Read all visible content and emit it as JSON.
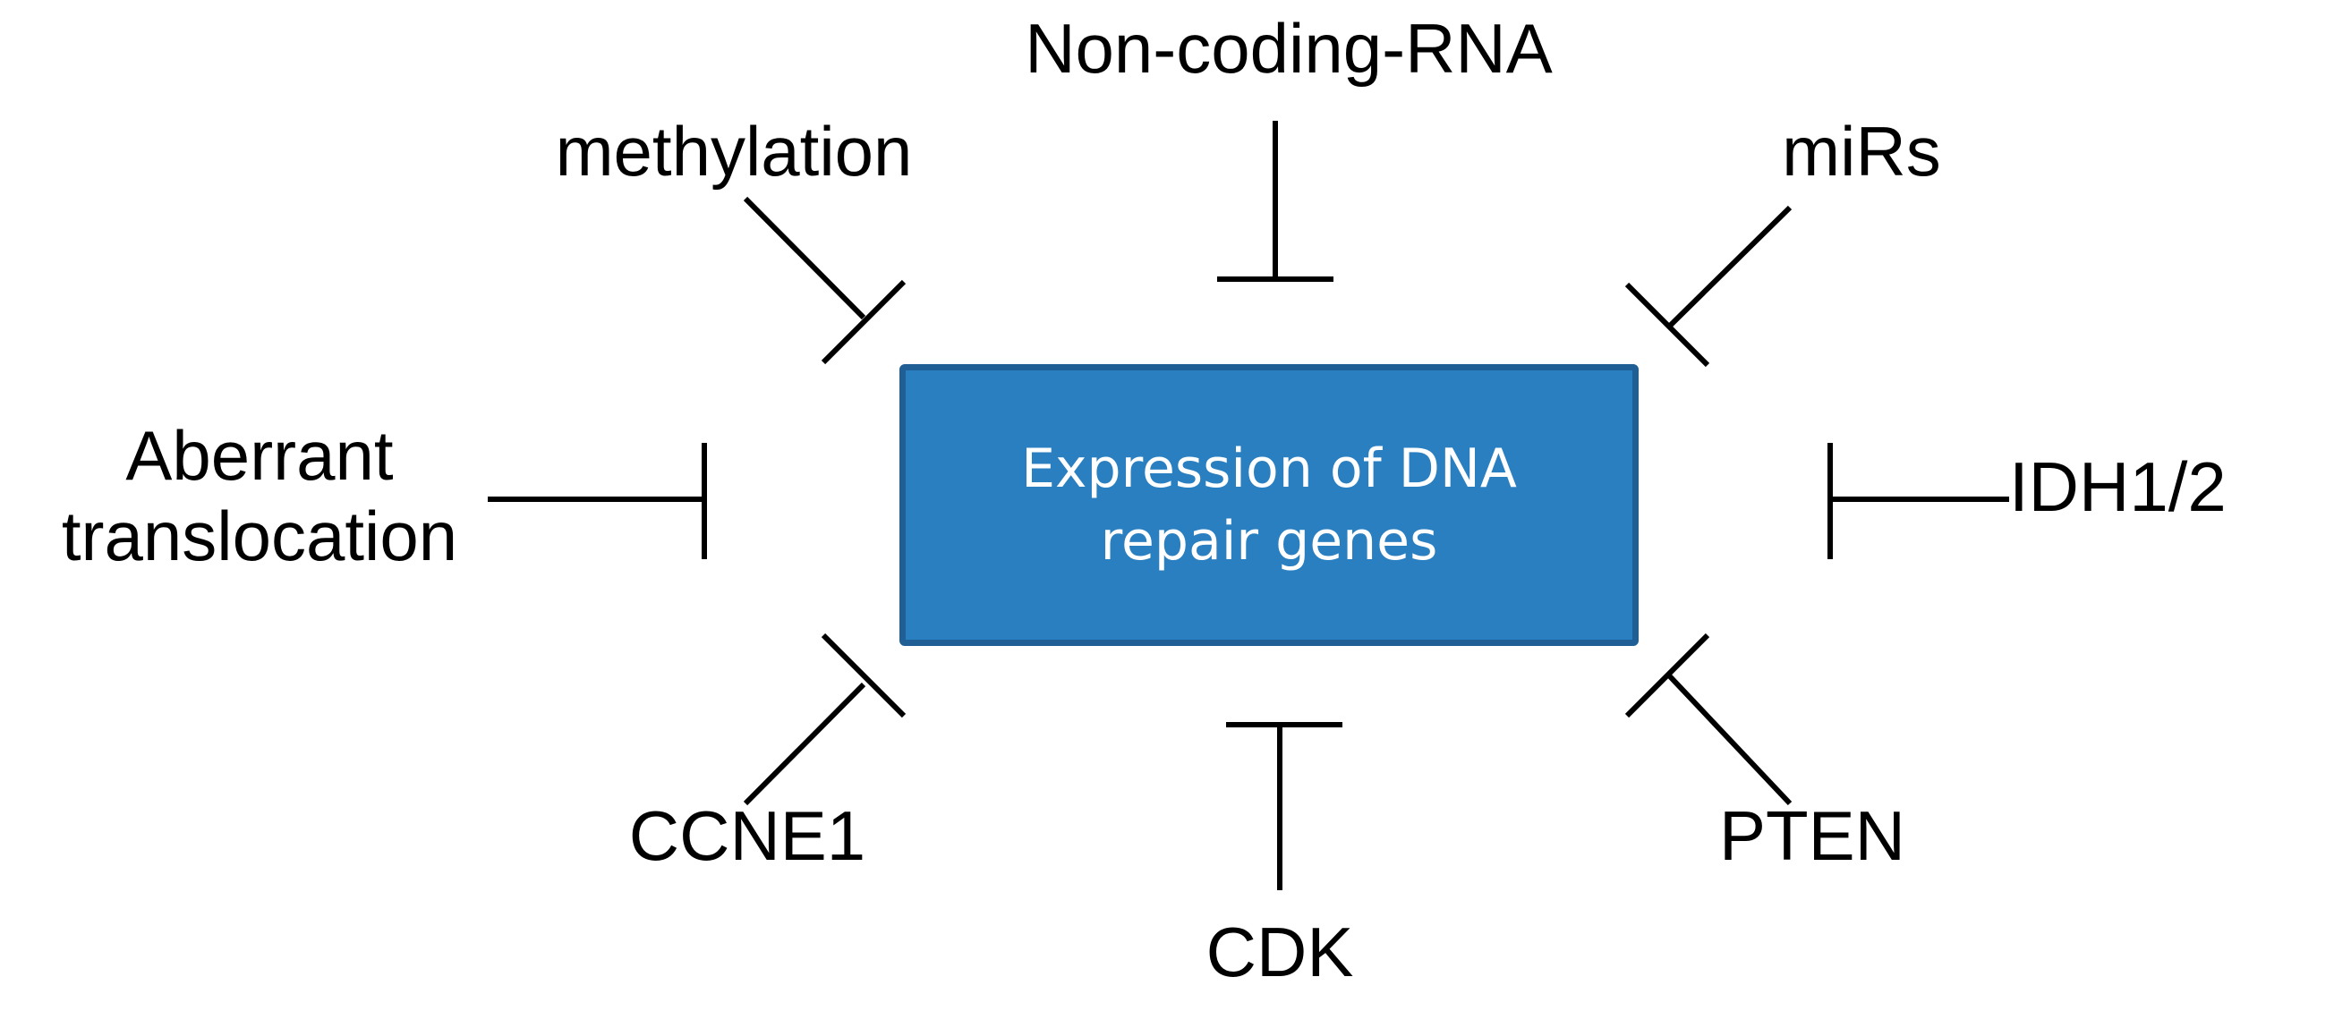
{
  "center": {
    "label": "Expression of DNA\nrepair genes",
    "fill_color": "#2a7fc1",
    "border_color": "#1f5f96",
    "text_color": "#ffffff"
  },
  "inhibitors": [
    {
      "id": "noncoding",
      "label": "Non-coding-RNA"
    },
    {
      "id": "methylation",
      "label": "methylation"
    },
    {
      "id": "mirs",
      "label": "miRs"
    },
    {
      "id": "aberrant",
      "label": "Aberrant\ntranslocation"
    },
    {
      "id": "idh",
      "label": "IDH1/2"
    },
    {
      "id": "ccne1",
      "label": "CCNE1"
    },
    {
      "id": "pten",
      "label": "PTEN"
    },
    {
      "id": "cdk",
      "label": "CDK"
    }
  ],
  "edge_style": "inhibition (T-bar)",
  "line_color": "#000000"
}
